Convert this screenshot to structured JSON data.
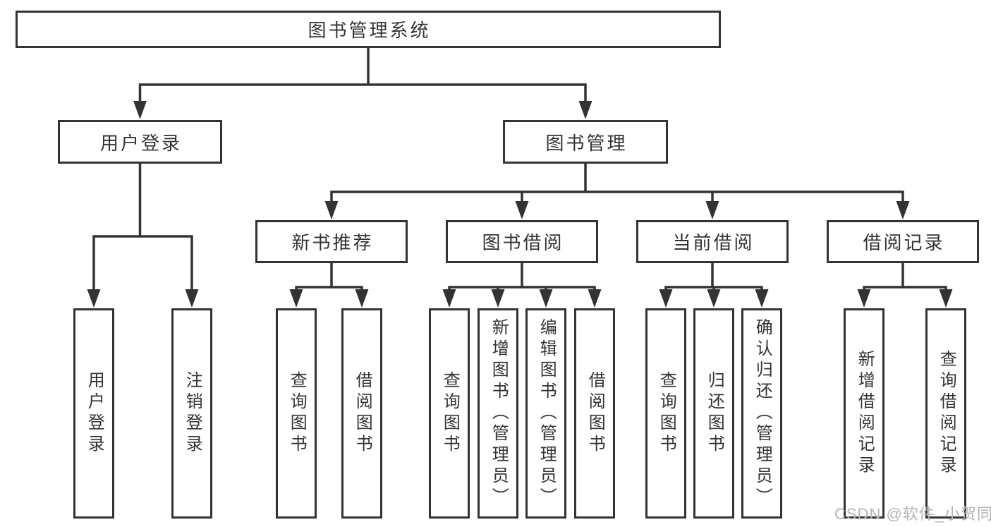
{
  "diagram": {
    "type": "hierarchy-tree",
    "title": "图书管理系统",
    "nodes": [
      {
        "id": "root",
        "label": "图书管理系统",
        "orientation": "horizontal"
      },
      {
        "id": "user-login",
        "label": "用户登录",
        "orientation": "horizontal"
      },
      {
        "id": "book-mgmt",
        "label": "图书管理",
        "orientation": "horizontal"
      },
      {
        "id": "new-book-rec",
        "label": "新书推荐",
        "orientation": "horizontal"
      },
      {
        "id": "book-borrow",
        "label": "图书借阅",
        "orientation": "horizontal"
      },
      {
        "id": "current-borrow",
        "label": "当前借阅",
        "orientation": "horizontal"
      },
      {
        "id": "borrow-records",
        "label": "借阅记录",
        "orientation": "horizontal"
      },
      {
        "id": "leaf-user-login",
        "label": "用户登录",
        "orientation": "vertical"
      },
      {
        "id": "leaf-logout",
        "label": "注销登录",
        "orientation": "vertical"
      },
      {
        "id": "leaf-nb-query",
        "label": "查询图书",
        "orientation": "vertical"
      },
      {
        "id": "leaf-nb-borrow",
        "label": "借阅图书",
        "orientation": "vertical"
      },
      {
        "id": "leaf-bb-query",
        "label": "查询图书",
        "orientation": "vertical"
      },
      {
        "id": "leaf-bb-add",
        "label": "新增图书（管理员）",
        "orientation": "vertical"
      },
      {
        "id": "leaf-bb-edit",
        "label": "编辑图书（管理员）",
        "orientation": "vertical"
      },
      {
        "id": "leaf-bb-borrow",
        "label": "借阅图书",
        "orientation": "vertical"
      },
      {
        "id": "leaf-cb-query",
        "label": "查询图书",
        "orientation": "vertical"
      },
      {
        "id": "leaf-cb-return",
        "label": "归还图书",
        "orientation": "vertical"
      },
      {
        "id": "leaf-cb-confirm",
        "label": "确认归还（管理员）",
        "orientation": "vertical"
      },
      {
        "id": "leaf-br-add",
        "label": "新增借阅记录",
        "orientation": "vertical"
      },
      {
        "id": "leaf-br-query",
        "label": "查询借阅记录",
        "orientation": "vertical"
      }
    ],
    "edges": [
      {
        "from": "root",
        "to": [
          "user-login",
          "book-mgmt"
        ]
      },
      {
        "from": "user-login",
        "to": [
          "leaf-user-login",
          "leaf-logout"
        ]
      },
      {
        "from": "book-mgmt",
        "to": [
          "new-book-rec",
          "book-borrow",
          "current-borrow",
          "borrow-records"
        ]
      },
      {
        "from": "new-book-rec",
        "to": [
          "leaf-nb-query",
          "leaf-nb-borrow"
        ]
      },
      {
        "from": "book-borrow",
        "to": [
          "leaf-bb-query",
          "leaf-bb-add",
          "leaf-bb-edit",
          "leaf-bb-borrow"
        ]
      },
      {
        "from": "current-borrow",
        "to": [
          "leaf-cb-query",
          "leaf-cb-return",
          "leaf-cb-confirm"
        ]
      },
      {
        "from": "borrow-records",
        "to": [
          "leaf-br-add",
          "leaf-br-query"
        ]
      }
    ]
  },
  "watermark": {
    "text": "CSDN @软件_小贺同学"
  },
  "colors": {
    "line": "#333333",
    "text": "#333333",
    "watermark": "#b4b4b4",
    "background": "#ffffff"
  }
}
